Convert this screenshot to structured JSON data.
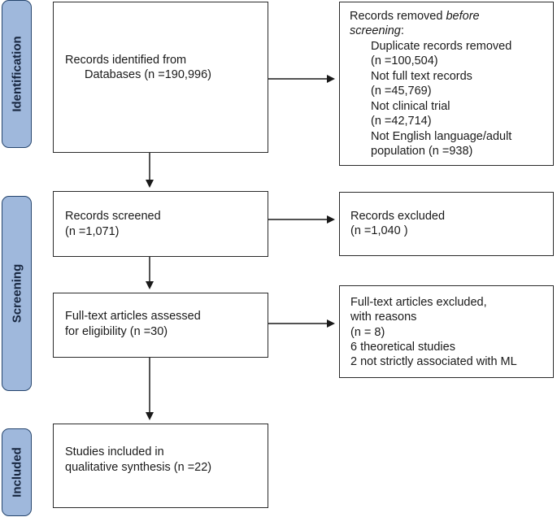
{
  "phases": {
    "identification": "Identification",
    "screening": "Screening",
    "included": "Included"
  },
  "identification_box": {
    "line1": "Records identified from",
    "line2": "Databases (n =190,996)"
  },
  "removed_box": {
    "title_prefix": "Records removed ",
    "title_italic1": "before",
    "title_italic2": "screening",
    "title_suffix": ":",
    "items": [
      "Duplicate records removed",
      "(n =100,504)",
      "Not full text records",
      "(n =45,769)",
      "Not clinical trial",
      "(n =42,714)",
      "Not English language/adult",
      "population (n =938)"
    ]
  },
  "screened_box": {
    "line1": "Records screened",
    "line2": "(n =1,071)"
  },
  "excluded_box": {
    "line1": "Records excluded",
    "line2": "(n =1,040 )"
  },
  "fulltext_box": {
    "line1": "Full-text articles assessed",
    "line2": "for eligibility (n =30)"
  },
  "fulltext_excluded_box": {
    "lines": [
      "Full-text articles excluded,",
      "with reasons",
      "(n = 8)",
      "6 theoretical studies",
      "2 not strictly associated with ML"
    ]
  },
  "included_box": {
    "line1": "Studies included in",
    "line2": "qualitative synthesis (n =22)"
  }
}
